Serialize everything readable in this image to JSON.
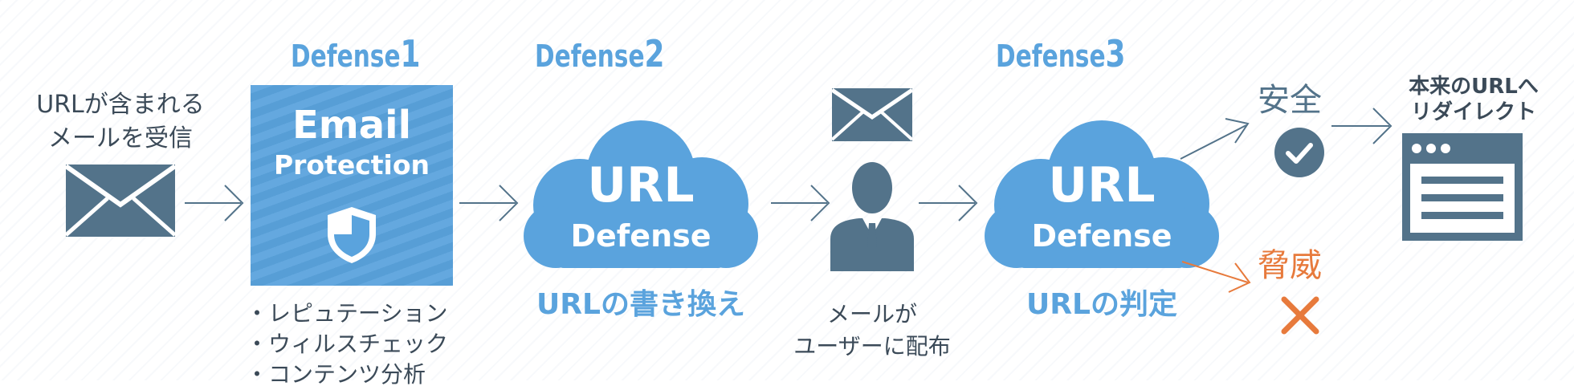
{
  "defense_labels": [
    {
      "word": "Defense",
      "num": "1"
    },
    {
      "word": "Defense",
      "num": "2"
    },
    {
      "word": "Defense",
      "num": "3"
    }
  ],
  "incoming": {
    "line1": "URLが含まれる",
    "line2": "メールを受信"
  },
  "email_protection": {
    "line1": "Email",
    "line2": "Protection"
  },
  "email_protection_features": [
    "・レピュテーション",
    "・ウィルスチェック",
    "・コンテンツ分析"
  ],
  "url_defense_1": {
    "line1": "URL",
    "line2": "Defense",
    "caption": "URLの書き換え"
  },
  "distribute": {
    "line1": "メールが",
    "line2": "ユーザーに配布"
  },
  "url_defense_2": {
    "line1": "URL",
    "line2": "Defense",
    "caption": "URLの判定"
  },
  "safe_label": "安全",
  "threat_label": "脅威",
  "redirect": {
    "line1": "本来のURLへ",
    "line2": "リダイレクト"
  },
  "colors": {
    "blue": "#5aa3dd",
    "slate": "#53738a",
    "dark_text": "#3b4a58",
    "orange": "#e77a3c"
  }
}
